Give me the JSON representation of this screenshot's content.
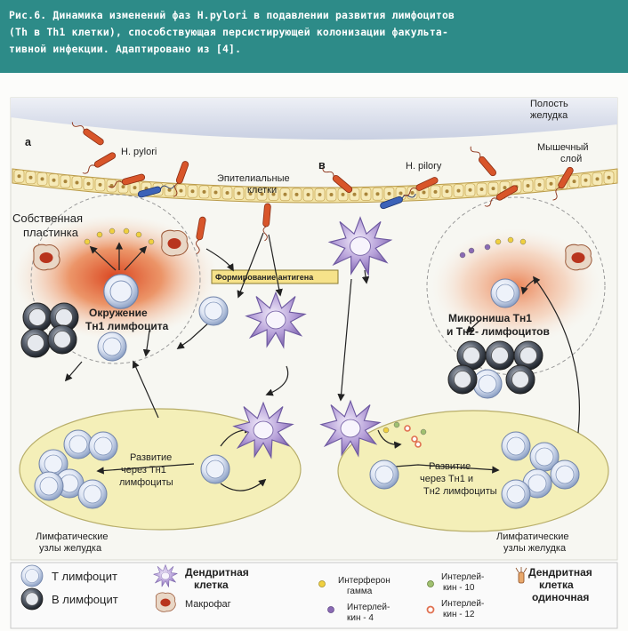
{
  "caption": {
    "line1": "Рис.6. Динамика изменений фаз H.pylori в подавлении развития лимфоцитов",
    "line2": "(Th в Th1 клетки), способствующая персистирующей колонизации факульта-",
    "line3": "тивной инфекции.   Адаптировано из [4]."
  },
  "panels": {
    "a": "а",
    "b": "в"
  },
  "labels": {
    "stomach_cavity_1": "Полость",
    "stomach_cavity_2": "желудка",
    "muscle_layer_1": "Мышечный",
    "muscle_layer_2": "слой",
    "hpylori_a": "H. pylori",
    "hpylori_b": "H. pilory",
    "epithelial_1": "Эпителиальные",
    "epithelial_2": "клетки",
    "lamina_1": "Собственная",
    "lamina_2": "пластинка",
    "antigen_formation": "Формирование антигена",
    "th1_env_1": "Окружение",
    "th1_env_2": "Тн1 лимфоцита",
    "microniche_1": "Микрониша Тн1",
    "microniche_2": "и Тн2- лимфоцитов",
    "dev_th1_1": "Развитие",
    "dev_th1_2": "через Тн1",
    "dev_th1_3": "лимфоциты",
    "dev_th12_1": "Развитие",
    "dev_th12_2": "через Тн1 и",
    "dev_th12_3": "Тн2 лимфоциты",
    "lymph_left_1": "Лимфатические",
    "lymph_left_2": "узлы желудка",
    "lymph_right_1": "Лимфатические",
    "lymph_right_2": "узлы желудка"
  },
  "legend": {
    "t_lymph": "Т лимфоцит",
    "b_lymph": "В лимфоцит",
    "dendritic_1": "Дендритная",
    "dendritic_2": "клетка",
    "macrophage": "Макрофаг",
    "ifn_1": "Интерферон",
    "ifn_2": "гамма",
    "il4_1": "Интерлей-",
    "il4_2": "кин - 4",
    "il10_1": "Интерлей-",
    "il10_2": "кин - 10",
    "il12_1": "Интерлей-",
    "il12_2": "кин - 12",
    "single_dc_1": "Дендритная",
    "single_dc_2": "клетка",
    "single_dc_3": "одиночная"
  },
  "colors": {
    "caption_bg": "#2d8b88",
    "stomach_cavity": "#d7dce8",
    "epithelium": "#f3e4a6",
    "node": "#f4efb8",
    "inflammation": "#e0622a",
    "t_cell": "#c6d3ea",
    "b_cell": "#3a4048",
    "dendritic": "#9c82c4",
    "macrophage": "#c15030",
    "ifn": "#f0d040",
    "il4": "#8a6ab4",
    "il10": "#a0c070",
    "il12": "#e07050"
  }
}
